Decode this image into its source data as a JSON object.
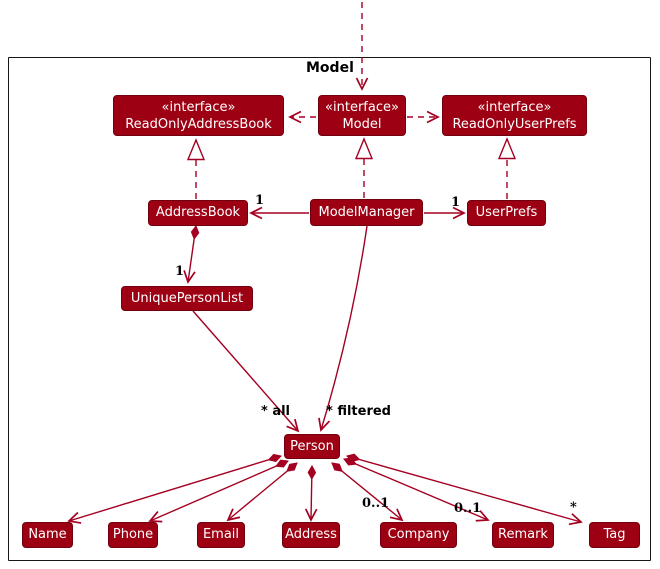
{
  "frame": {
    "label": "Model"
  },
  "colors": {
    "class_fill": "#9D0012",
    "class_border": "#70000D",
    "class_text": "#FFFFFF",
    "edge_stroke": "#A50022",
    "frame_border": "#161616",
    "label_text": "#000000"
  },
  "classes": {
    "readOnlyAddressBook": {
      "stereotype": "«interface»",
      "name": "ReadOnlyAddressBook"
    },
    "model": {
      "stereotype": "«interface»",
      "name": "Model"
    },
    "readOnlyUserPrefs": {
      "stereotype": "«interface»",
      "name": "ReadOnlyUserPrefs"
    },
    "addressBook": {
      "name": "AddressBook"
    },
    "modelManager": {
      "name": "ModelManager"
    },
    "userPrefs": {
      "name": "UserPrefs"
    },
    "uniquePersonList": {
      "name": "UniquePersonList"
    },
    "person": {
      "name": "Person"
    },
    "nameCls": {
      "name": "Name"
    },
    "phone": {
      "name": "Phone"
    },
    "email": {
      "name": "Email"
    },
    "address": {
      "name": "Address"
    },
    "company": {
      "name": "Company"
    },
    "remark": {
      "name": "Remark"
    },
    "tag": {
      "name": "Tag"
    }
  },
  "edge_labels": {
    "addressbook_mult": "1",
    "userprefs_mult": "1",
    "uniquepersonlist_mult": "1",
    "all_label": "* all",
    "filtered_label": "* filtered",
    "company_mult": "0..1",
    "remark_mult": "0..1",
    "tag_mult": "*"
  },
  "relationships": [
    "external ..> Model (dashed dependency entering frame)",
    "Model ..> ReadOnlyAddressBook",
    "Model ..> ReadOnlyUserPrefs",
    "AddressBook ..|> ReadOnlyAddressBook",
    "ModelManager ..|> Model",
    "UserPrefs ..|> ReadOnlyUserPrefs",
    "ModelManager --> 1 AddressBook",
    "ModelManager --> 1 UserPrefs",
    "AddressBook *--> 1 UniquePersonList",
    "UniquePersonList --> * all Person",
    "ModelManager --> * filtered Person",
    "Person *--> Name",
    "Person *--> Phone",
    "Person *--> Email",
    "Person *--> Address",
    "Person *--> 0..1 Company",
    "Person *--> 0..1 Remark",
    "Person *--> * Tag"
  ]
}
